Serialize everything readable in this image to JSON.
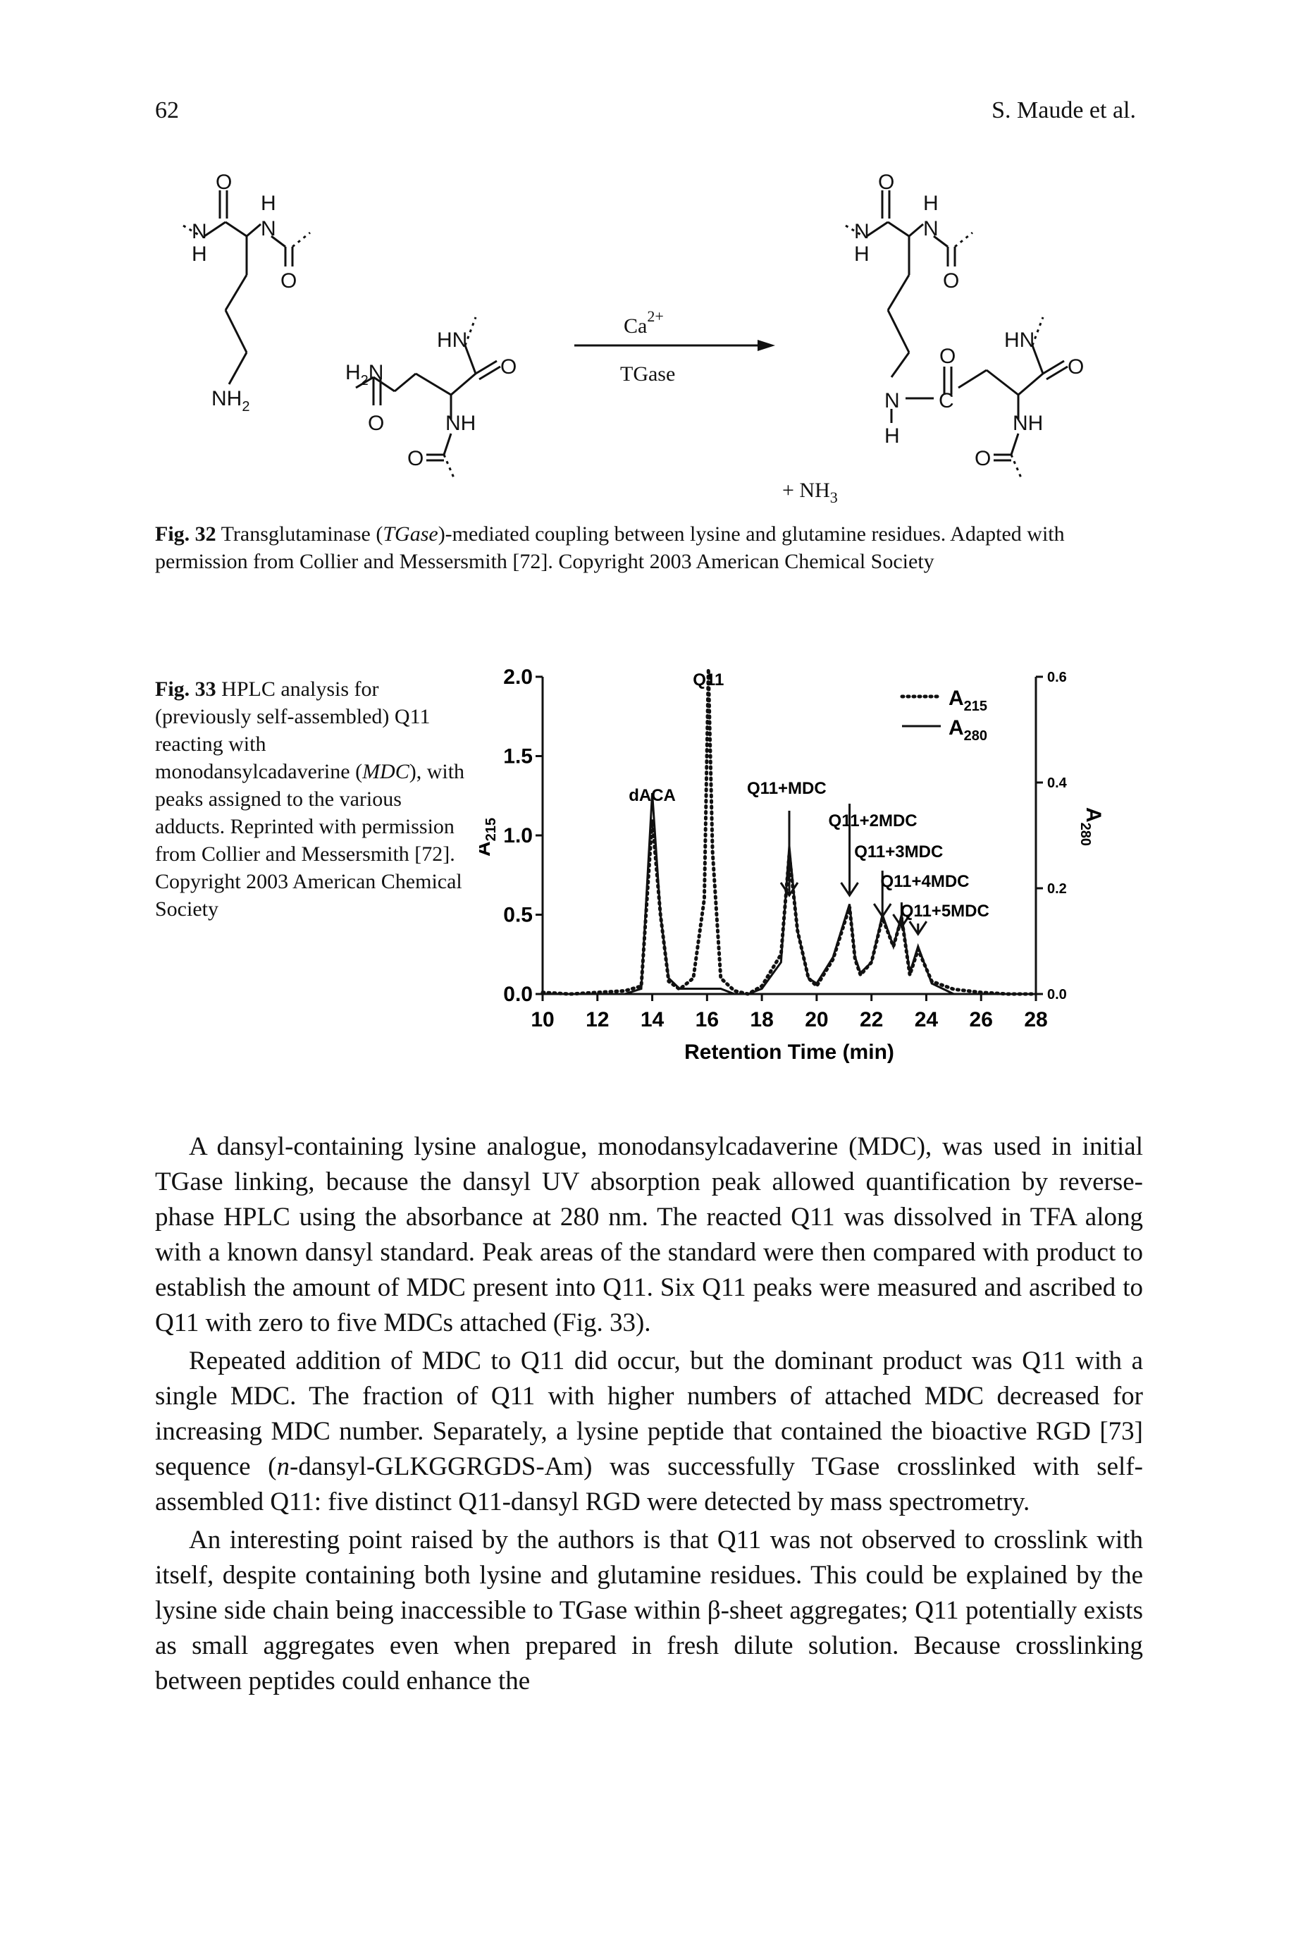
{
  "header": {
    "page_number": "62",
    "running_head": "S. Maude et al."
  },
  "fig32": {
    "label": "Fig. 32",
    "caption_italic": "TGase",
    "caption_pre": " Transglutaminase (",
    "caption_post": ")-mediated coupling between lysine and glutamine residues. Adapted with permission from Collier and Messersmith [72]. Copyright 2003 American Chemical Society",
    "reaction": {
      "catalyst_top": "Ca",
      "catalyst_top_sup": "2+",
      "catalyst_bottom": "TGase",
      "byproduct": "+ NH",
      "byproduct_sub": "3",
      "atoms": {
        "O": "O",
        "H": "H",
        "N": "N",
        "C": "C",
        "NH": "NH",
        "HN": "HN",
        "NH2": "NH",
        "H2N": "H",
        "sub2": "2"
      }
    }
  },
  "fig33": {
    "label": "Fig. 33",
    "caption_pre": " HPLC analysis for (previously self-assembled) Q11 reacting with monodansylcadaverine (",
    "caption_italic": "MDC",
    "caption_post": "), with peaks assigned to the various adducts. Reprinted with permission from Collier and Messersmith [72]. Copyright 2003 American Chemical Society"
  },
  "chart_data": {
    "type": "line",
    "xlabel": "Retention Time (min)",
    "ylabel_left": "A",
    "ylabel_left_sub": "215",
    "ylabel_right": "A",
    "ylabel_right_sub": "280",
    "xlim": [
      10,
      28
    ],
    "ylim_left": [
      0.0,
      2.0
    ],
    "ylim_right": [
      0.0,
      0.6
    ],
    "x_ticks": [
      "10",
      "12",
      "14",
      "16",
      "18",
      "20",
      "22",
      "24",
      "26",
      "28"
    ],
    "y_ticks_left": [
      "0.0",
      "0.5",
      "1.0",
      "1.5",
      "2.0"
    ],
    "y_ticks_right": [
      "0.0",
      "0.2",
      "0.4",
      "0.6"
    ],
    "legend_position": "top-right",
    "series": [
      {
        "name": "A",
        "name_sub": "215",
        "style": "dotted",
        "x": [
          10,
          11,
          12,
          13,
          13.6,
          14,
          14.3,
          14.6,
          15,
          15.5,
          15.9,
          16.05,
          16.2,
          16.5,
          17,
          17.5,
          18,
          18.7,
          19,
          19.3,
          19.7,
          20,
          20.6,
          21.2,
          21.4,
          21.6,
          22,
          22.4,
          22.8,
          23.1,
          23.4,
          23.7,
          24.2,
          25,
          26,
          27,
          28
        ],
        "y": [
          0.01,
          0.0,
          0.01,
          0.02,
          0.05,
          1.1,
          0.5,
          0.08,
          0.03,
          0.1,
          0.6,
          2.05,
          0.9,
          0.1,
          0.02,
          0.0,
          0.05,
          0.25,
          0.88,
          0.4,
          0.1,
          0.05,
          0.22,
          0.55,
          0.22,
          0.12,
          0.2,
          0.48,
          0.3,
          0.48,
          0.12,
          0.28,
          0.08,
          0.03,
          0.01,
          0.0,
          0.0
        ]
      },
      {
        "name": "A",
        "name_sub": "280",
        "style": "solid",
        "x": [
          10,
          11,
          12,
          13,
          13.6,
          14,
          14.3,
          14.6,
          15,
          15.5,
          16,
          16.5,
          17,
          17.5,
          18,
          18.7,
          19,
          19.3,
          19.7,
          20,
          20.6,
          21.2,
          21.4,
          21.6,
          22,
          22.4,
          22.8,
          23.1,
          23.4,
          23.7,
          24.2,
          25,
          26,
          27,
          28
        ],
        "y": [
          0.0,
          0.0,
          0.0,
          0.0,
          0.01,
          0.38,
          0.15,
          0.03,
          0.01,
          0.01,
          0.01,
          0.01,
          0.0,
          0.0,
          0.01,
          0.06,
          0.28,
          0.12,
          0.03,
          0.02,
          0.07,
          0.17,
          0.07,
          0.04,
          0.06,
          0.15,
          0.09,
          0.15,
          0.04,
          0.09,
          0.02,
          0.0,
          0.0,
          0.0,
          0.0
        ]
      }
    ],
    "annotations": [
      {
        "text": "Q11",
        "x": 16.05
      },
      {
        "text": "dACA",
        "x": 14.0
      },
      {
        "text": "Q11+MDC",
        "x": 19.0
      },
      {
        "text": "Q11+2MDC",
        "x": 21.2
      },
      {
        "text": "Q11+3MDC",
        "x": 22.4
      },
      {
        "text": "Q11+4MDC",
        "x": 23.1
      },
      {
        "text": "Q11+5MDC",
        "x": 23.7
      }
    ]
  },
  "body": {
    "paragraphs": [
      "A dansyl-containing lysine analogue, monodansylcadaverine (MDC), was used in initial TGase linking, because the dansyl UV absorption peak allowed quantification by reverse-phase HPLC using the absorbance at 280 nm. The reacted Q11 was dissolved in TFA along with a known dansyl standard. Peak areas of the standard were then compared with product to establish the amount of MDC present into Q11. Six Q11 peaks were measured and ascribed to Q11 with zero to five MDCs attached (Fig. 33).",
      "Repeated addition of MDC to Q11 did occur, but the dominant product was Q11 with a single MDC. The fraction of Q11 with higher numbers of attached MDC decreased for increasing MDC number. Separately, a lysine peptide that contained the bioactive RGD [73] sequence (",
      "An interesting point raised by the authors is that Q11 was not observed to crosslink with itself, despite containing both lysine and glutamine residues. This could be explained by the lysine side chain being inaccessible to TGase within β-sheet aggregates; Q11 potentially exists as small aggregates even when prepared in fresh dilute solution. Because crosslinking between peptides could enhance the"
    ],
    "p2_italic": "n",
    "p2_rest": "-dansyl-GLKGGRGDS-Am) was successfully TGase crosslinked with self-assembled Q11: five distinct Q11-dansyl RGD were detected by mass spectrometry."
  }
}
